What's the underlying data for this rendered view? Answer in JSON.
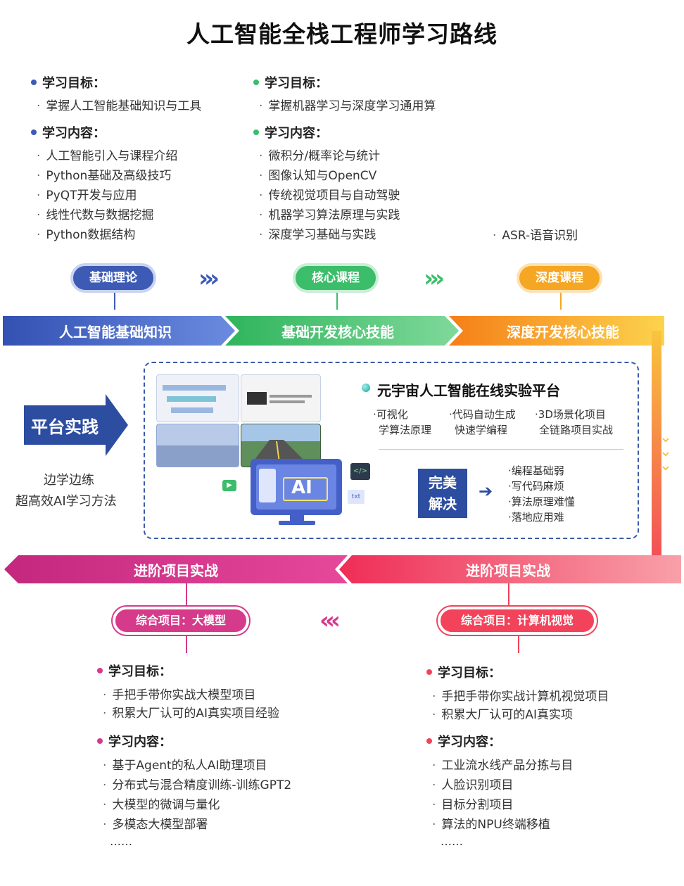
{
  "title": "人工智能全栈工程师学习路线",
  "colors": {
    "blue": "#3d5bb5",
    "green": "#3bbd6a",
    "orange": "#f5a623",
    "pink": "#d63a8a",
    "red": "#f2435a"
  },
  "top_columns": [
    {
      "goal_heading": "学习目标：",
      "goals": [
        "掌握人工智能基础知识与工具"
      ],
      "content_heading": "学习内容：",
      "contents": [
        "人工智能引入与课程介绍",
        "Python基础及高级技巧",
        "PyQT开发与应用",
        "线性代数与数据挖掘",
        "Python数据结构"
      ],
      "pill": "基础理论"
    },
    {
      "goal_heading": "学习目标：",
      "goals": [
        "掌握机器学习与深度学习通用算"
      ],
      "content_heading": "学习内容：",
      "contents": [
        "微积分/概率论与统计",
        "图像认知与OpenCV",
        "传统视觉项目与自动驾驶",
        "机器学习算法原理与实践",
        "深度学习基础与实践"
      ],
      "pill": "核心课程"
    },
    {
      "contents": [
        "ASR-语音识别"
      ],
      "pill": "深度课程"
    }
  ],
  "bands_top": [
    "人工智能基础知识",
    "基础开发核心技能",
    "深度开发核心技能"
  ],
  "platform": {
    "badge": "平台实践",
    "subtitle_1": "边学边练",
    "subtitle_2": "超高效AI学习方法",
    "heading": "元宇宙人工智能在线实验平台",
    "features": [
      {
        "line1": "可视化",
        "line2": "学算法原理"
      },
      {
        "line1": "代码自动生成",
        "line2": "快速学编程"
      },
      {
        "line1": "3D场景化项目",
        "line2": "全链路项目实战"
      }
    ],
    "solve_1": "完美",
    "solve_2": "解决",
    "problems": [
      "编程基础弱",
      "写代码麻烦",
      "算法原理难懂",
      "落地应用难"
    ],
    "ai_label": "AI",
    "txt_label": "txt"
  },
  "bands_bottom": [
    "进阶项目实战",
    "进阶项目实战"
  ],
  "bottom_columns": [
    {
      "pill": "综合项目：大模型",
      "goal_heading": "学习目标：",
      "goals": [
        "手把手带你实战大模型项目",
        "积累大厂认可的AI真实项目经验"
      ],
      "content_heading": "学习内容：",
      "contents": [
        "基于Agent的私人AI助理项目",
        "分布式与混合精度训练-训练GPT2",
        "大模型的微调与量化",
        "多模态大模型部署"
      ],
      "ellipsis": "……"
    },
    {
      "pill": "综合项目：计算机视觉",
      "goal_heading": "学习目标：",
      "goals": [
        "手把手带你实战计算机视觉项目",
        "积累大厂认可的AI真实项"
      ],
      "content_heading": "学习内容：",
      "contents": [
        "工业流水线产品分拣与目",
        "人脸识别项目",
        "目标分割项目",
        "算法的NPU终端移植"
      ],
      "ellipsis": "……"
    }
  ]
}
